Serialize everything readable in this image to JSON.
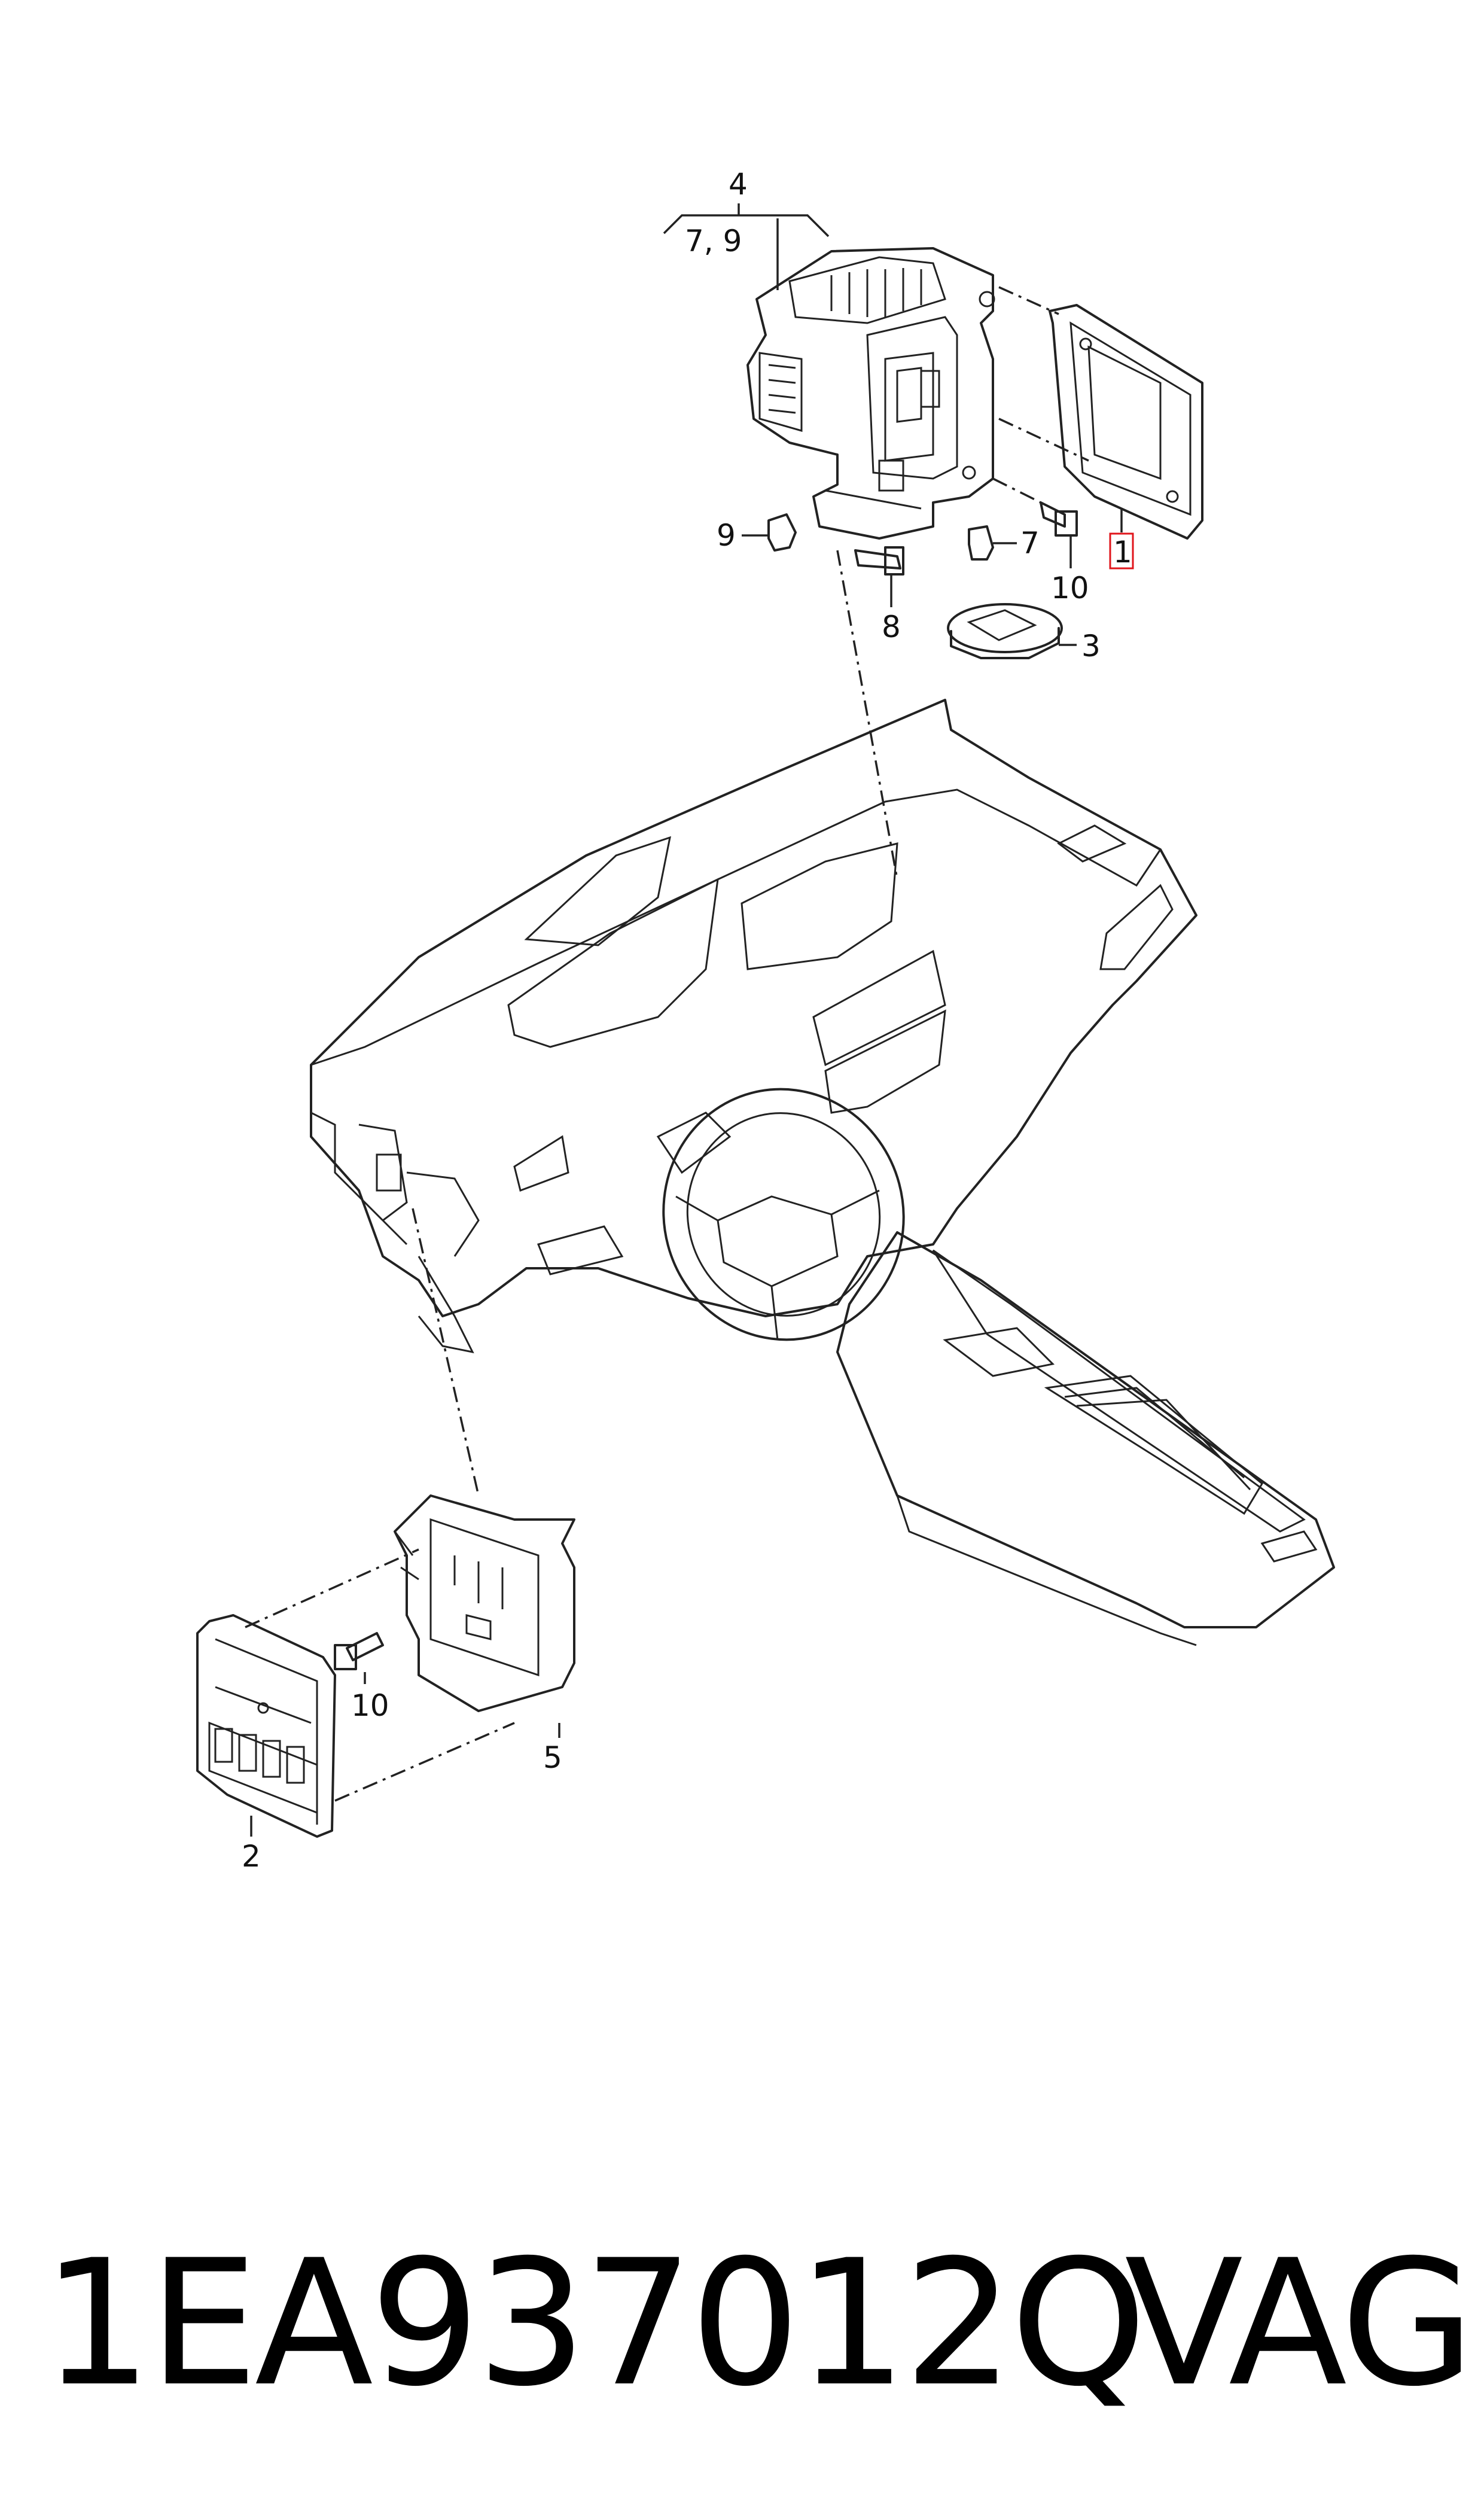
{
  "diagram": {
    "callouts": {
      "c1": "1",
      "c2": "2",
      "c3": "3",
      "c4": "4",
      "c5": "5",
      "c7": "7",
      "c79": "7, 9",
      "c8": "8",
      "c9": "9",
      "c10a": "10",
      "c10b": "10"
    },
    "highlighted_callout": "1",
    "highlight_color": "#e0151b"
  },
  "caption": {
    "part_number": "1EA937012Q",
    "brand": "VAG"
  }
}
